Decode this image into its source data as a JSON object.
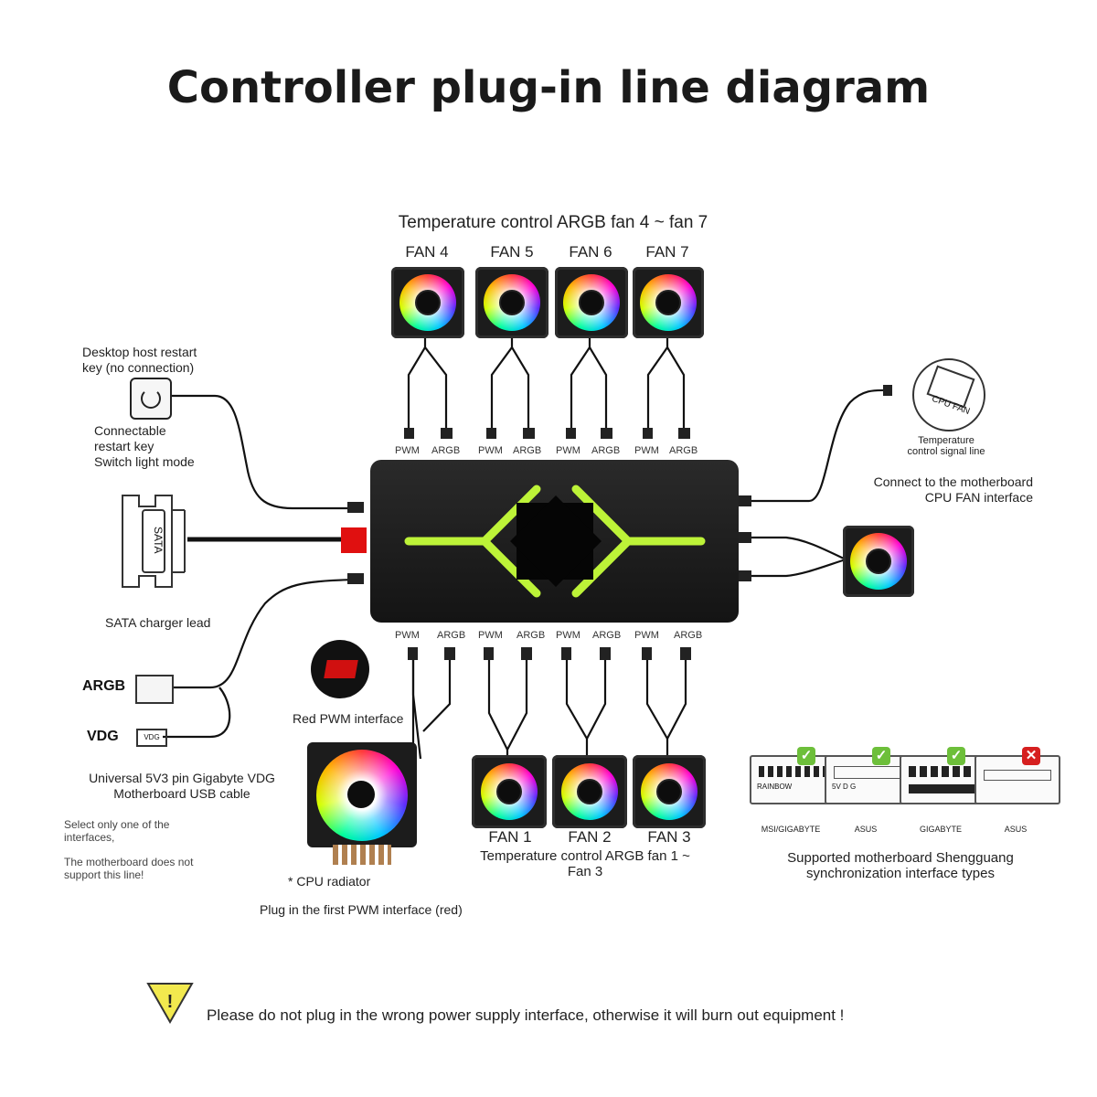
{
  "title": "Controller plug-in line diagram",
  "top_heading": "Temperature control ARGB fan 4 ~ fan 7",
  "top_fans": [
    "FAN 4",
    "FAN 5",
    "FAN 6",
    "FAN 7"
  ],
  "bottom_fans": [
    "FAN 1",
    "FAN 2",
    "FAN 3"
  ],
  "bottom_heading": "Temperature control ARGB fan 1 ~\nFan 3",
  "port_pwm": "PWM",
  "port_argb": "ARGB",
  "restart": {
    "top_label": "Desktop host restart\nkey (no connection)",
    "bottom_label": "Connectable\nrestart key\nSwitch light mode"
  },
  "sata": {
    "plug_text": "SATA",
    "label": "SATA charger lead"
  },
  "argb_label": "ARGB",
  "vdg_label": "VDG",
  "vdg_plug_text": "VDG",
  "usb_label": "Universal 5V3 pin Gigabyte VDG\nMotherboard USB cable",
  "select_note": "Select only one of the\ninterfaces,",
  "motherboard_note": "The motherboard does not\nsupport this line!",
  "red_pwm_label": "Red PWM interface",
  "cpu_radiator_label": "* CPU radiator",
  "first_pwm_label": "Plug in the first PWM interface (red)",
  "cpu_fan": {
    "icon_text": "CPU FAN",
    "signal_label": "Temperature\ncontrol signal line",
    "connect_label": "Connect to the motherboard\nCPU FAN interface"
  },
  "boards": [
    {
      "name": "MSI/GIGABYTE",
      "text": "RAINBOW",
      "status": "supported"
    },
    {
      "name": "ASUS",
      "text": "5V D G",
      "status": "supported"
    },
    {
      "name": "GIGABYTE",
      "text": "",
      "status": "supported"
    },
    {
      "name": "ASUS",
      "text": "",
      "status": "unsupported"
    }
  ],
  "boards_label": "Supported motherboard Shengguang\nsynchronization interface types",
  "warning": "Please do not plug in the wrong power supply interface, otherwise it will burn out equipment !",
  "colors": {
    "controller": "#1b1b1b",
    "glow": "#c6ff3a",
    "sata_red": "#e01010",
    "check_green": "#6dbf3a",
    "warning_yellow": "#f2e94e"
  }
}
